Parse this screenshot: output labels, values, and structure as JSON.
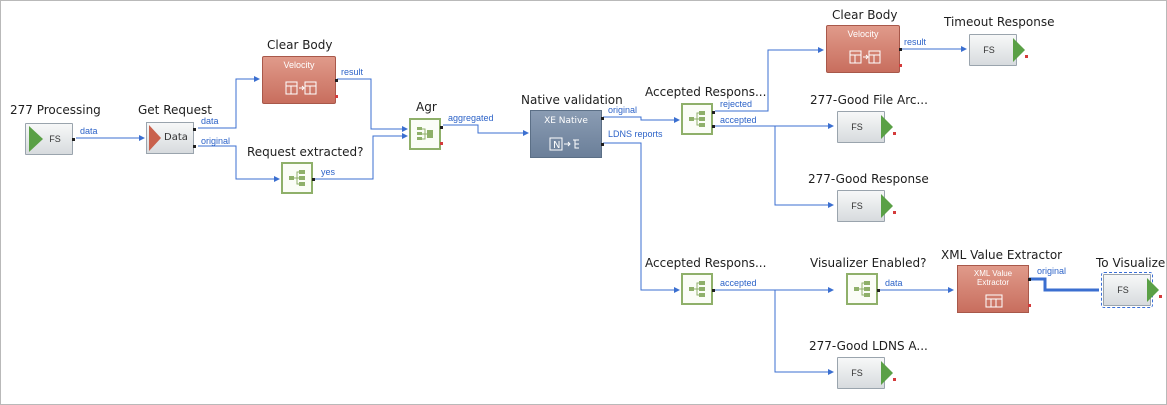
{
  "nodes": {
    "processing_277": {
      "title": "277 Processing",
      "label": "FS"
    },
    "get_request": {
      "title": "Get Request",
      "label": "Data"
    },
    "clear_body_1": {
      "title": "Clear Body",
      "label": "Velocity"
    },
    "request_extracted": {
      "title": "Request extracted?"
    },
    "agr": {
      "title": "Agr"
    },
    "native_validation": {
      "title": "Native validation",
      "label": "XE Native"
    },
    "accepted_responses_1": {
      "title": "Accepted Respons..."
    },
    "accepted_responses_2": {
      "title": "Accepted Respons..."
    },
    "clear_body_2": {
      "title": "Clear Body",
      "label": "Velocity"
    },
    "timeout_response": {
      "title": "Timeout Response",
      "label": "FS"
    },
    "good_file_archive": {
      "title": "277-Good File Arc...",
      "label": "FS"
    },
    "good_response": {
      "title": "277-Good Response",
      "label": "FS"
    },
    "visualizer_enabled": {
      "title": "Visualizer Enabled?"
    },
    "xml_value_extractor": {
      "title": "XML Value Extractor",
      "label": "XML Value Extractor"
    },
    "to_visualizer": {
      "title": "To Visualizer",
      "label": "FS"
    },
    "good_ldns_archive": {
      "title": "277-Good LDNS A...",
      "label": "FS"
    }
  },
  "ports": {
    "data": "data",
    "data2": "data",
    "original": "original",
    "result1": "result",
    "yes": "yes",
    "aggregated": "aggregated",
    "original2": "original",
    "ldns_reports": "LDNS reports",
    "rejected": "rejected",
    "accepted1": "accepted",
    "accepted2": "accepted",
    "result2": "result",
    "data3": "data",
    "original3": "original"
  },
  "colors": {
    "wire": "#3b6fd0",
    "fs_green": "#5aa046",
    "velocity": "#c86e5e",
    "xe": "#6b7f99",
    "gate": "#8fb06a"
  }
}
